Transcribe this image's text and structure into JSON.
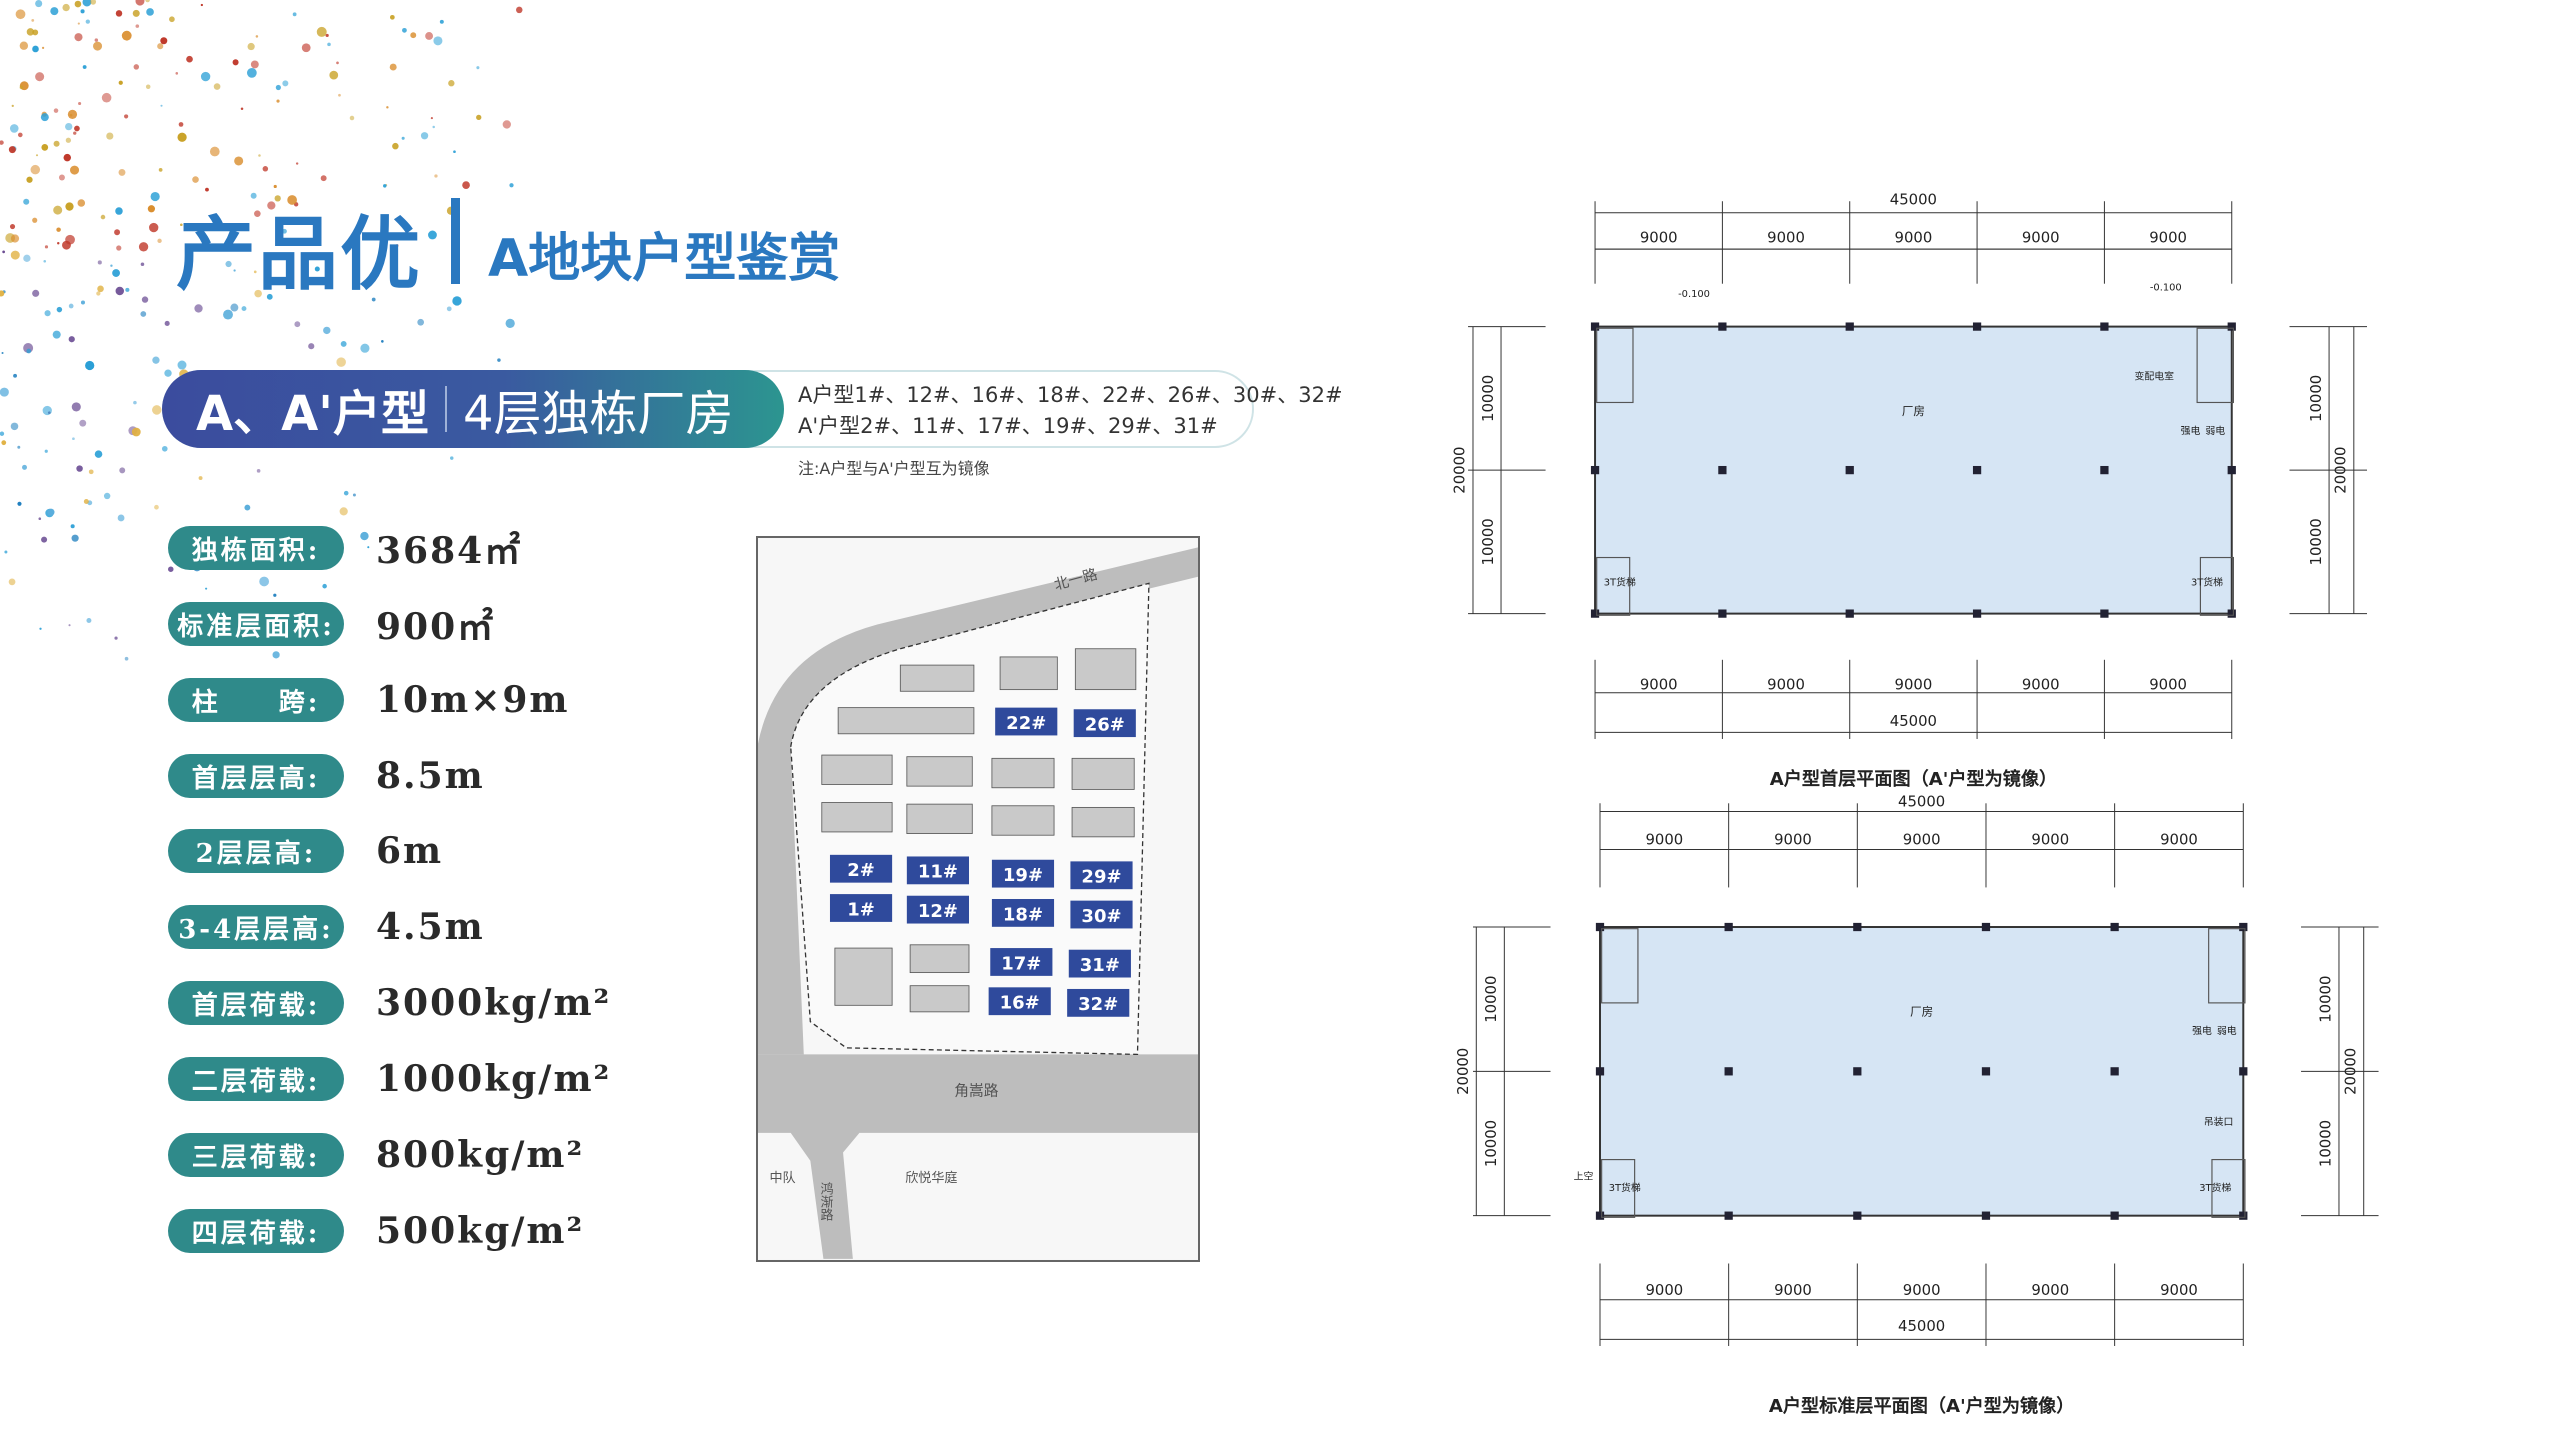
{
  "header": {
    "title": "产品优",
    "subtitle": "A地块户型鉴赏"
  },
  "type_banner": {
    "type_label": "A、A'户型",
    "type_desc": "4层独栋厂房",
    "a_units": "A户型1#、12#、16#、18#、22#、26#、30#、32#",
    "a_prime_units": "A'户型2#、11#、17#、19#、29#、31#",
    "note": "注:A户型与A'户型互为镜像"
  },
  "specs": [
    {
      "label": "独栋面积:",
      "value": "3684㎡"
    },
    {
      "label": "标准层面积:",
      "value": "900㎡"
    },
    {
      "label": "柱　　跨:",
      "value": "10m×9m"
    },
    {
      "label": "首层层高:",
      "value": "8.5m"
    },
    {
      "label": "2层层高:",
      "value": "6m"
    },
    {
      "label": "3-4层层高:",
      "value": "4.5m"
    },
    {
      "label": "首层荷载:",
      "value": "3000kg/m²"
    },
    {
      "label": "二层荷载:",
      "value": "1000kg/m²"
    },
    {
      "label": "三层荷载:",
      "value": "800kg/m²"
    },
    {
      "label": "四层荷载:",
      "value": "500kg/m²"
    }
  ],
  "site_map": {
    "roads": {
      "north": "北一路",
      "south": "角嵩路",
      "west": "鸿渐路"
    },
    "areas": {
      "left": "中队",
      "right": "欣悦华庭"
    },
    "buildings": [
      "22#",
      "26#",
      "2#",
      "11#",
      "19#",
      "29#",
      "1#",
      "12#",
      "18#",
      "30#",
      "17#",
      "31#",
      "16#",
      "32#"
    ]
  },
  "plans": [
    {
      "caption": "A户型首层平面图（A'户型为镜像）",
      "total": "45000",
      "bay": "9000",
      "depth_total": "20000",
      "depth_half": "10000",
      "hall": "厂房",
      "rooms": [
        "变配电室",
        "强电",
        "弱电",
        "3T货梯",
        "3T货梯",
        "-0.100",
        "-0.100"
      ]
    },
    {
      "caption": "A户型标准层平面图（A'户型为镜像）",
      "total": "45000",
      "bay": "9000",
      "depth_total": "20000",
      "depth_half": "10000",
      "hall": "厂房",
      "rooms": [
        "强电",
        "弱电",
        "吊装口",
        "上空",
        "3T货梯",
        "3T货梯"
      ]
    }
  ],
  "colors": {
    "title": "#2a78c0",
    "label_pill": "#2f8a8a",
    "building": "#2f4a9c",
    "plan_fill": "#d6e5f4"
  }
}
